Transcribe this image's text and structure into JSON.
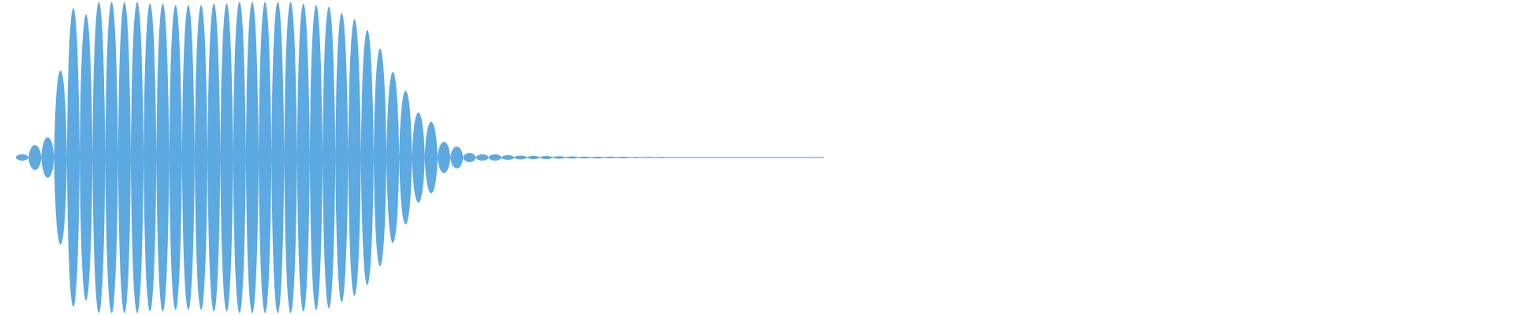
{
  "waveform": {
    "color": "#5DA9E1",
    "background": "#ffffff",
    "lobes": [
      0.02,
      0.08,
      0.13,
      0.56,
      0.96,
      0.92,
      1.0,
      1.0,
      1.0,
      1.0,
      0.99,
      0.99,
      0.98,
      0.98,
      0.98,
      0.99,
      0.99,
      1.0,
      1.0,
      1.0,
      1.0,
      1.0,
      0.99,
      0.98,
      0.97,
      0.93,
      0.89,
      0.82,
      0.7,
      0.55,
      0.43,
      0.29,
      0.23,
      0.1,
      0.07,
      0.03,
      0.02,
      0.02,
      0.015,
      0.012,
      0.01,
      0.01,
      0.008,
      0.007,
      0.006,
      0.006,
      0.005,
      0.005,
      0.004,
      0.004,
      0.004,
      0.003,
      0.003,
      0.003,
      0.002,
      0.002,
      0.002,
      0.002,
      0.002,
      0.001,
      0.001,
      0.001
    ],
    "duration_fraction": 0.66
  }
}
